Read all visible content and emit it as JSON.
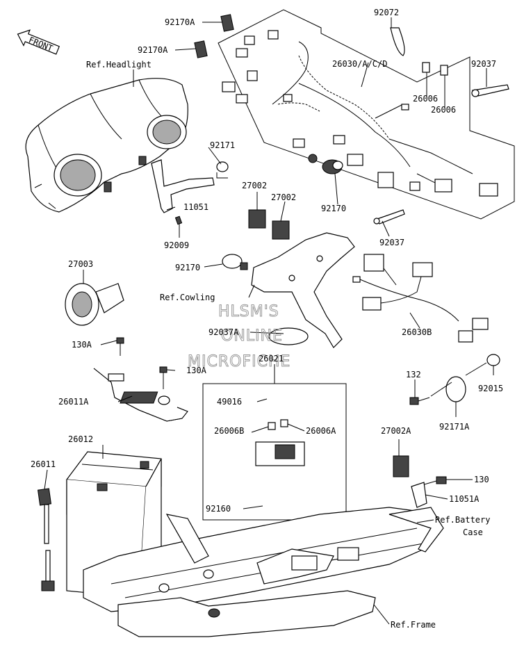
{
  "front_arrow": "FRONT",
  "watermark": [
    "HLSM'S",
    "ONLINE",
    "MICROFICHE"
  ],
  "labels": {
    "l92170A_1": "92170A",
    "l92170A_2": "92170A",
    "l92072": "92072",
    "l26030ACD": "26030/A/C/D",
    "l92037_1": "92037",
    "l26006_1": "26006",
    "l26006_2": "26006",
    "lRefHeadlight": "Ref.Headlight",
    "l92171": "92171",
    "l11051": "11051",
    "l92009": "92009",
    "l27002_1": "27002",
    "l27002_2": "27002",
    "l92170_1": "92170",
    "l92037_2": "92037",
    "l27003": "27003",
    "l92170_2": "92170",
    "lRefCowling": "Ref.Cowling",
    "l92037A": "92037A",
    "l26030B": "26030B",
    "l130A_1": "130A",
    "l130A_2": "130A",
    "l26021": "26021",
    "l26011A": "26011A",
    "l132": "132",
    "l92015": "92015",
    "l49016": "49016",
    "l92171A": "92171A",
    "l26006B": "26006B",
    "l26006A": "26006A",
    "l26012": "26012",
    "l27002A": "27002A",
    "l26011": "26011",
    "l130": "130",
    "l11051A": "11051A",
    "l92160": "92160",
    "lRefBattery": "Ref.Battery",
    "lCase": "Case",
    "lRefFrame": "Ref.Frame"
  }
}
